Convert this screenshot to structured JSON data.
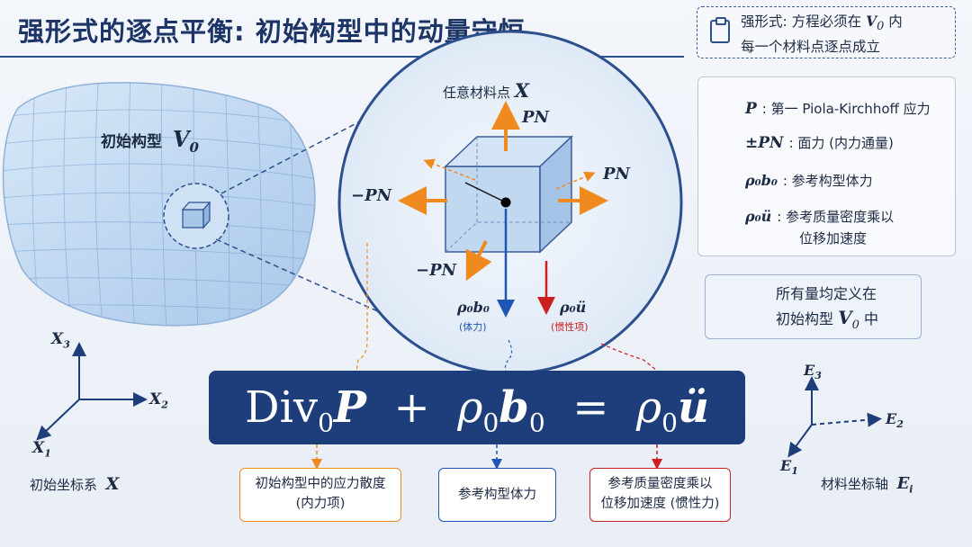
{
  "title": "强形式的逐点平衡: 初始构型中的动量守恒",
  "note": {
    "line1": "强形式: 方程必须在",
    "v0": "V",
    "v0_sub": "0",
    "line1_end": " 内",
    "line2": "每一个材料点逐点成立"
  },
  "body": {
    "label": "初始构型",
    "v": "V",
    "v_sub": "0"
  },
  "zoom": {
    "material_point": "任意材料点",
    "material_point_sym": "X",
    "pn_top": "PN",
    "pn_right": "PN",
    "neg_pn_left": "−PN",
    "neg_pn_bottom": "−PN",
    "rho_b": "ρ₀b₀",
    "rho_b_note": "(体力)",
    "rho_u": "ρ₀ü",
    "rho_u_note": "(惯性项)"
  },
  "legend": {
    "items": [
      {
        "sym": "P",
        "text": ": 第一 Piola-Kirchhoff 应力",
        "color": "#ef8a1f"
      },
      {
        "sym": "±PN",
        "text": ": 面力 (内力通量)",
        "color": "#ef8a1f"
      },
      {
        "sym": "ρ₀b₀",
        "text": ": 参考构型体力",
        "color": "#1f56b5"
      },
      {
        "sym": "ρ₀ü",
        "text": ": 参考质量密度乘以",
        "text2": "位移加速度",
        "color": "#cc1f1f"
      }
    ]
  },
  "defined_box": {
    "line1": "所有量均定义在",
    "line2": "初始构型",
    "v": "V",
    "v_sub": "0",
    "line2_end": " 中"
  },
  "equation": {
    "div": "Div",
    "div_sub": "0",
    "p": "P",
    "plus": "+",
    "rho": "ρ",
    "rho_sub": "0",
    "b": "b",
    "b_sub": "0",
    "eq": "=",
    "rho2": "ρ",
    "rho2_sub": "0",
    "u": "ü"
  },
  "labels": {
    "div": {
      "line1": "初始构型中的应力散度",
      "line2": "(内力项)"
    },
    "body_force": "参考构型体力",
    "inertia": {
      "line1": "参考质量密度乘以",
      "line2": "位移加速度 (惯性力)"
    }
  },
  "coords_initial": {
    "x1": "X",
    "x1_sub": "1",
    "x2": "X",
    "x2_sub": "2",
    "x3": "X",
    "x3_sub": "3",
    "caption": "初始坐标系",
    "caption_sym": "X"
  },
  "coords_material": {
    "e1": "E",
    "e1_sub": "1",
    "e2": "E",
    "e2_sub": "2",
    "e3": "E",
    "e3_sub": "3",
    "caption": "材料坐标轴",
    "caption_sym": "E",
    "caption_sub": "i"
  },
  "colors": {
    "orange": "#ef8a1f",
    "blue": "#1f56b5",
    "red": "#cc1f1f",
    "navy": "#1d3e7a",
    "body": "#bcd6f1"
  }
}
